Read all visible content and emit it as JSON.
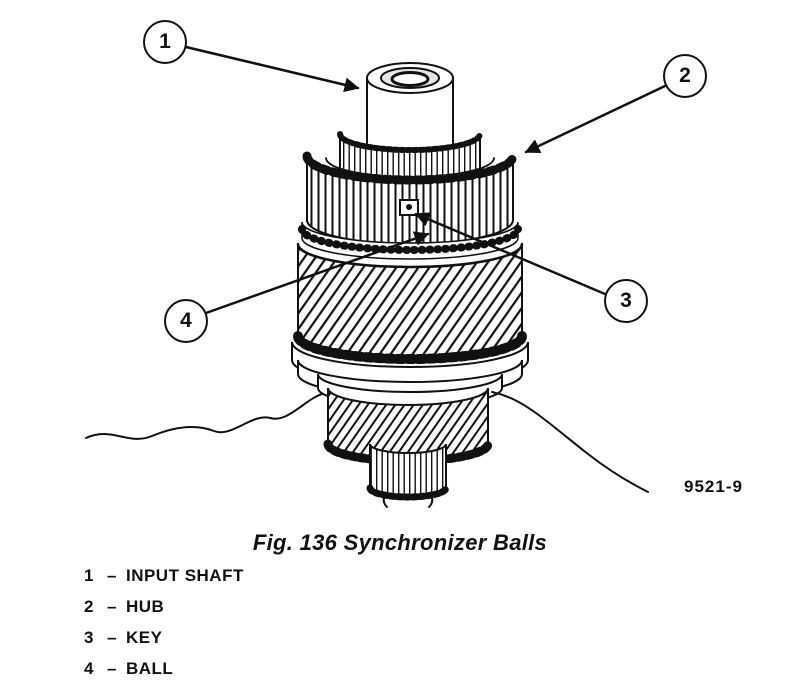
{
  "figure": {
    "caption": "Fig. 136 Synchronizer Balls",
    "ref_number": "9521-9"
  },
  "legend": {
    "separator": "–",
    "items": [
      {
        "number": "1",
        "label": "INPUT SHAFT"
      },
      {
        "number": "2",
        "label": "HUB"
      },
      {
        "number": "3",
        "label": "KEY"
      },
      {
        "number": "4",
        "label": "BALL"
      }
    ]
  },
  "colors": {
    "ink": "#111111",
    "background": "#ffffff"
  }
}
